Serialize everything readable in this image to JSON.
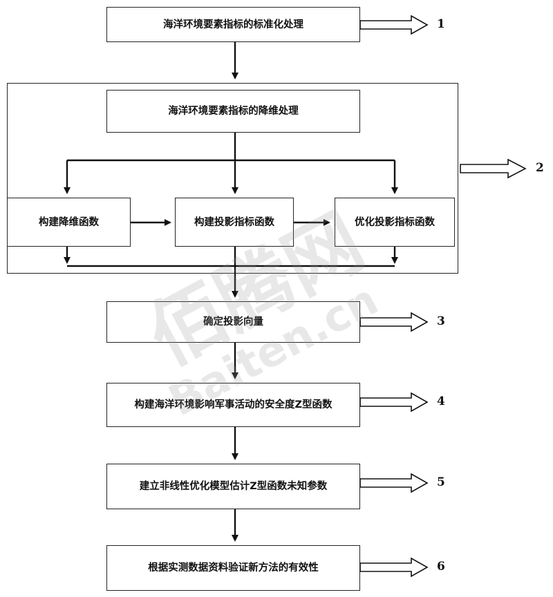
{
  "steps": {
    "s1": "海洋环境要素指标的标准化处理",
    "s2": "海洋环境要素指标的降维处理",
    "s2a": "构建降维函数",
    "s2b": "构建投影指标函数",
    "s2c": "优化投影指标函数",
    "s3": "确定投影向量",
    "s4": "构建海洋环境影响军事活动的安全度Z型函数",
    "s5": "建立非线性优化模型估计Z型函数未知参数",
    "s6": "根据实测数据资料验证新方法的有效性"
  },
  "labels": {
    "l1": "1",
    "l2": "2",
    "l3": "3",
    "l4": "4",
    "l5": "5",
    "l6": "6"
  },
  "watermark": {
    "main": "佰腾网",
    "sub": "Baiten.cn"
  }
}
